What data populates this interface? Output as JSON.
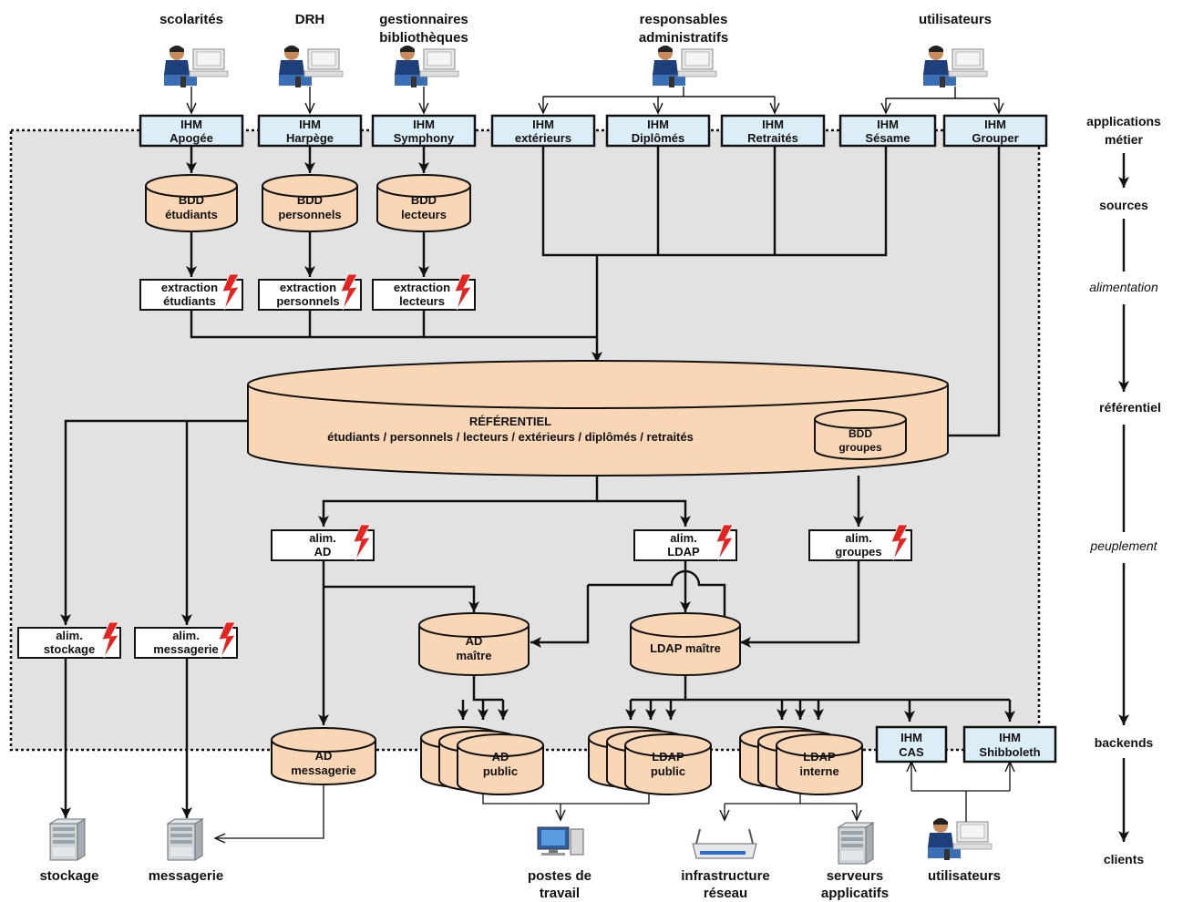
{
  "colors": {
    "ihm_fill": "#dbeef8",
    "db_fill": "#f9d6b6",
    "zone_fill": "#e2e2e2",
    "lightning": "#e52320",
    "line": "#111111"
  },
  "actors": {
    "scolarites": "scolarités",
    "drh": "DRH",
    "gestionnaires": [
      "gestionnaires",
      "bibliothèques"
    ],
    "responsables": [
      "responsables",
      "administratifs"
    ],
    "utilisateurs_top": "utilisateurs"
  },
  "ihm": {
    "apogee": [
      "IHM",
      "Apogée"
    ],
    "harpege": [
      "IHM",
      "Harpège"
    ],
    "symphony": [
      "IHM",
      "Symphony"
    ],
    "exterieurs": [
      "IHM",
      "extérieurs"
    ],
    "diplomes": [
      "IHM",
      "Diplômés"
    ],
    "retraites": [
      "IHM",
      "Retraités"
    ],
    "sesame": [
      "IHM",
      "Sésame"
    ],
    "grouper": [
      "IHM",
      "Grouper"
    ],
    "cas": [
      "IHM",
      "CAS"
    ],
    "shibboleth": [
      "IHM",
      "Shibboleth"
    ]
  },
  "databases": {
    "etudiants": [
      "BDD",
      "étudiants"
    ],
    "personnels": [
      "BDD",
      "personnels"
    ],
    "lecteurs": [
      "BDD",
      "lecteurs"
    ],
    "groupes": [
      "BDD",
      "groupes"
    ],
    "ad_maitre": [
      "AD",
      "maître"
    ],
    "ldap_maitre": [
      "LDAP maître"
    ],
    "ad_messagerie": [
      "AD",
      "messagerie"
    ],
    "ad_public": [
      "AD",
      "public"
    ],
    "ldap_public": [
      "LDAP",
      "public"
    ],
    "ldap_interne": [
      "LDAP",
      "interne"
    ]
  },
  "referentiel": {
    "title": "RÉFÉRENTIEL",
    "subtitle": "étudiants / personnels / lecteurs / extérieurs / diplômés / retraités"
  },
  "extractions": {
    "etudiants": [
      "extraction",
      "étudiants"
    ],
    "personnels": [
      "extraction",
      "personnels"
    ],
    "lecteurs": [
      "extraction",
      "lecteurs"
    ]
  },
  "alims": {
    "ad": [
      "alim.",
      "AD"
    ],
    "ldap": [
      "alim.",
      "LDAP"
    ],
    "groupes": [
      "alim.",
      "groupes"
    ],
    "stockage": [
      "alim.",
      "stockage"
    ],
    "messagerie": [
      "alim.",
      "messagerie"
    ]
  },
  "clients": {
    "stockage": "stockage",
    "messagerie": "messagerie",
    "postes": [
      "postes de",
      "travail"
    ],
    "infra": [
      "infrastructure",
      "réseau"
    ],
    "serveurs": [
      "serveurs",
      "applicatifs"
    ],
    "utilisateurs": "utilisateurs"
  },
  "legend": {
    "applications": [
      "applications",
      "métier"
    ],
    "sources": "sources",
    "alimentation": "alimentation",
    "referentiel": "référentiel",
    "peuplement": "peuplement",
    "backends": "backends",
    "clients": "clients"
  }
}
